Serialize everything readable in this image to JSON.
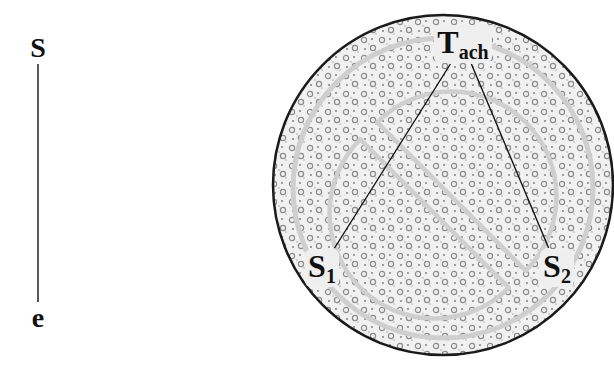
{
  "diagram": {
    "nodes": [
      {
        "text": [
          "S"
        ]
      },
      {
        "text": [
          "e"
        ]
      },
      {
        "text": [
          "T",
          "ach"
        ]
      },
      {
        "text": [
          "S",
          "1"
        ]
      },
      {
        "text": [
          "S",
          "2"
        ]
      }
    ],
    "edges": [
      {
        "from": 0,
        "to": 1,
        "arrow": "none"
      },
      {
        "from": 2,
        "to": 3,
        "arrow": "none"
      },
      {
        "from": 2,
        "to": 4,
        "arrow": "none"
      }
    ]
  }
}
